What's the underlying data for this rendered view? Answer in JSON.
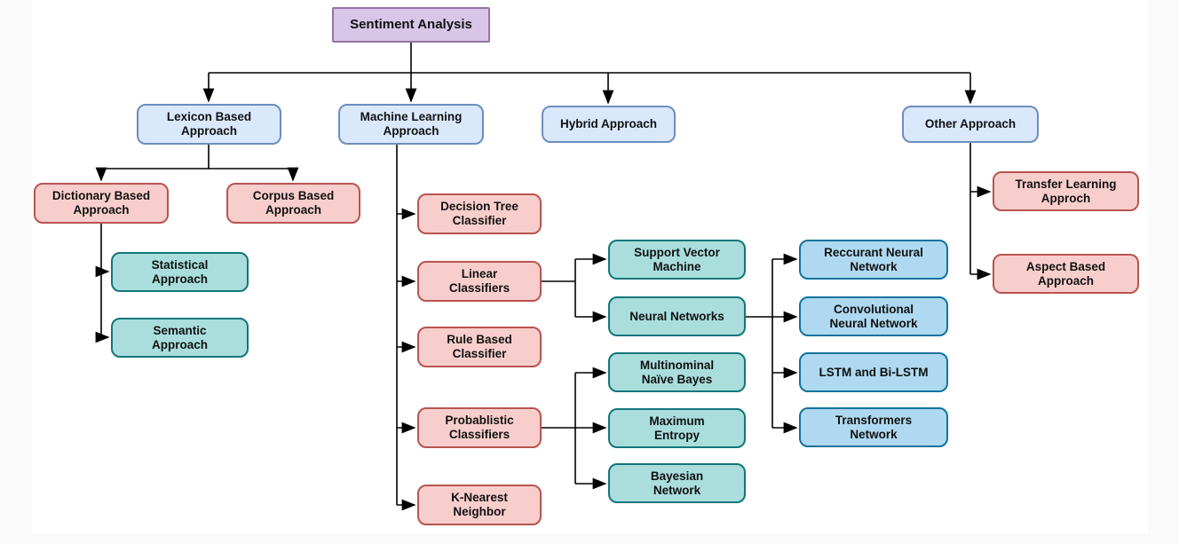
{
  "palette": {
    "root_fill": "#d8c6e8",
    "root_border": "#9673a6",
    "level2_fill": "#dae8fc",
    "level2_border": "#6c8ebf",
    "pink_fill": "#f8cecc",
    "pink_border": "#b85450",
    "teal_fill": "#a9dedd",
    "teal_border": "#12767b",
    "lightblue_fill": "#aed9f0",
    "lightblue_border": "#10739e",
    "connector": "#000000"
  },
  "nodes": {
    "root": {
      "label": "Sentiment Analysis"
    },
    "lexicon": {
      "label": "Lexicon Based\nApproach"
    },
    "ml": {
      "label": "Machine Learning\nApproach"
    },
    "hybrid": {
      "label": "Hybrid Approach"
    },
    "other": {
      "label": "Other Approach"
    },
    "dictionary": {
      "label": "Dictionary Based\nApproach"
    },
    "corpus": {
      "label": "Corpus Based\nApproach"
    },
    "statistical": {
      "label": "Statistical\nApproach"
    },
    "semantic": {
      "label": "Semantic\nApproach"
    },
    "decision_tree": {
      "label": "Decision Tree\nClassifier"
    },
    "linear": {
      "label": "Linear\nClassifiers"
    },
    "rule_based": {
      "label": "Rule Based\nClassifier"
    },
    "probablistic": {
      "label": "Probablistic\nClassifiers"
    },
    "knn": {
      "label": "K-Nearest\nNeighbor"
    },
    "svm": {
      "label": "Support Vector\nMachine"
    },
    "neural": {
      "label": "Neural Networks"
    },
    "multinominal": {
      "label": "Multinominal\nNaïve Bayes"
    },
    "max_entropy": {
      "label": "Maximum\nEntropy"
    },
    "bayesian": {
      "label": "Bayesian\nNetwork"
    },
    "rnn": {
      "label": "Reccurant Neural\nNetwork"
    },
    "cnn": {
      "label": "Convolutional\nNeural Network"
    },
    "lstm": {
      "label": "LSTM and Bi-LSTM"
    },
    "transformers": {
      "label": "Transformers\nNetwork"
    },
    "transfer": {
      "label": "Transfer Learning\nApproch"
    },
    "aspect": {
      "label": "Aspect Based\nApproach"
    }
  },
  "hierarchy": {
    "Sentiment Analysis": [
      "Lexicon Based Approach",
      "Machine Learning Approach",
      "Hybrid Approach",
      "Other Approach"
    ],
    "Lexicon Based Approach": [
      "Dictionary Based Approach",
      "Corpus Based Approach"
    ],
    "Dictionary Based Approach": [
      "Statistical Approach",
      "Semantic Approach"
    ],
    "Machine Learning Approach": [
      "Decision Tree Classifier",
      "Linear Classifiers",
      "Rule Based Classifier",
      "Probablistic Classifiers",
      "K-Nearest Neighbor"
    ],
    "Linear Classifiers": [
      "Support Vector Machine",
      "Neural Networks"
    ],
    "Neural Networks": [
      "Reccurant Neural Network",
      "Convolutional Neural Network",
      "LSTM and Bi-LSTM",
      "Transformers Network"
    ],
    "Probablistic Classifiers": [
      "Multinominal Naïve Bayes",
      "Maximum Entropy",
      "Bayesian Network"
    ],
    "Other Approach": [
      "Transfer Learning Approch",
      "Aspect Based Approach"
    ]
  }
}
